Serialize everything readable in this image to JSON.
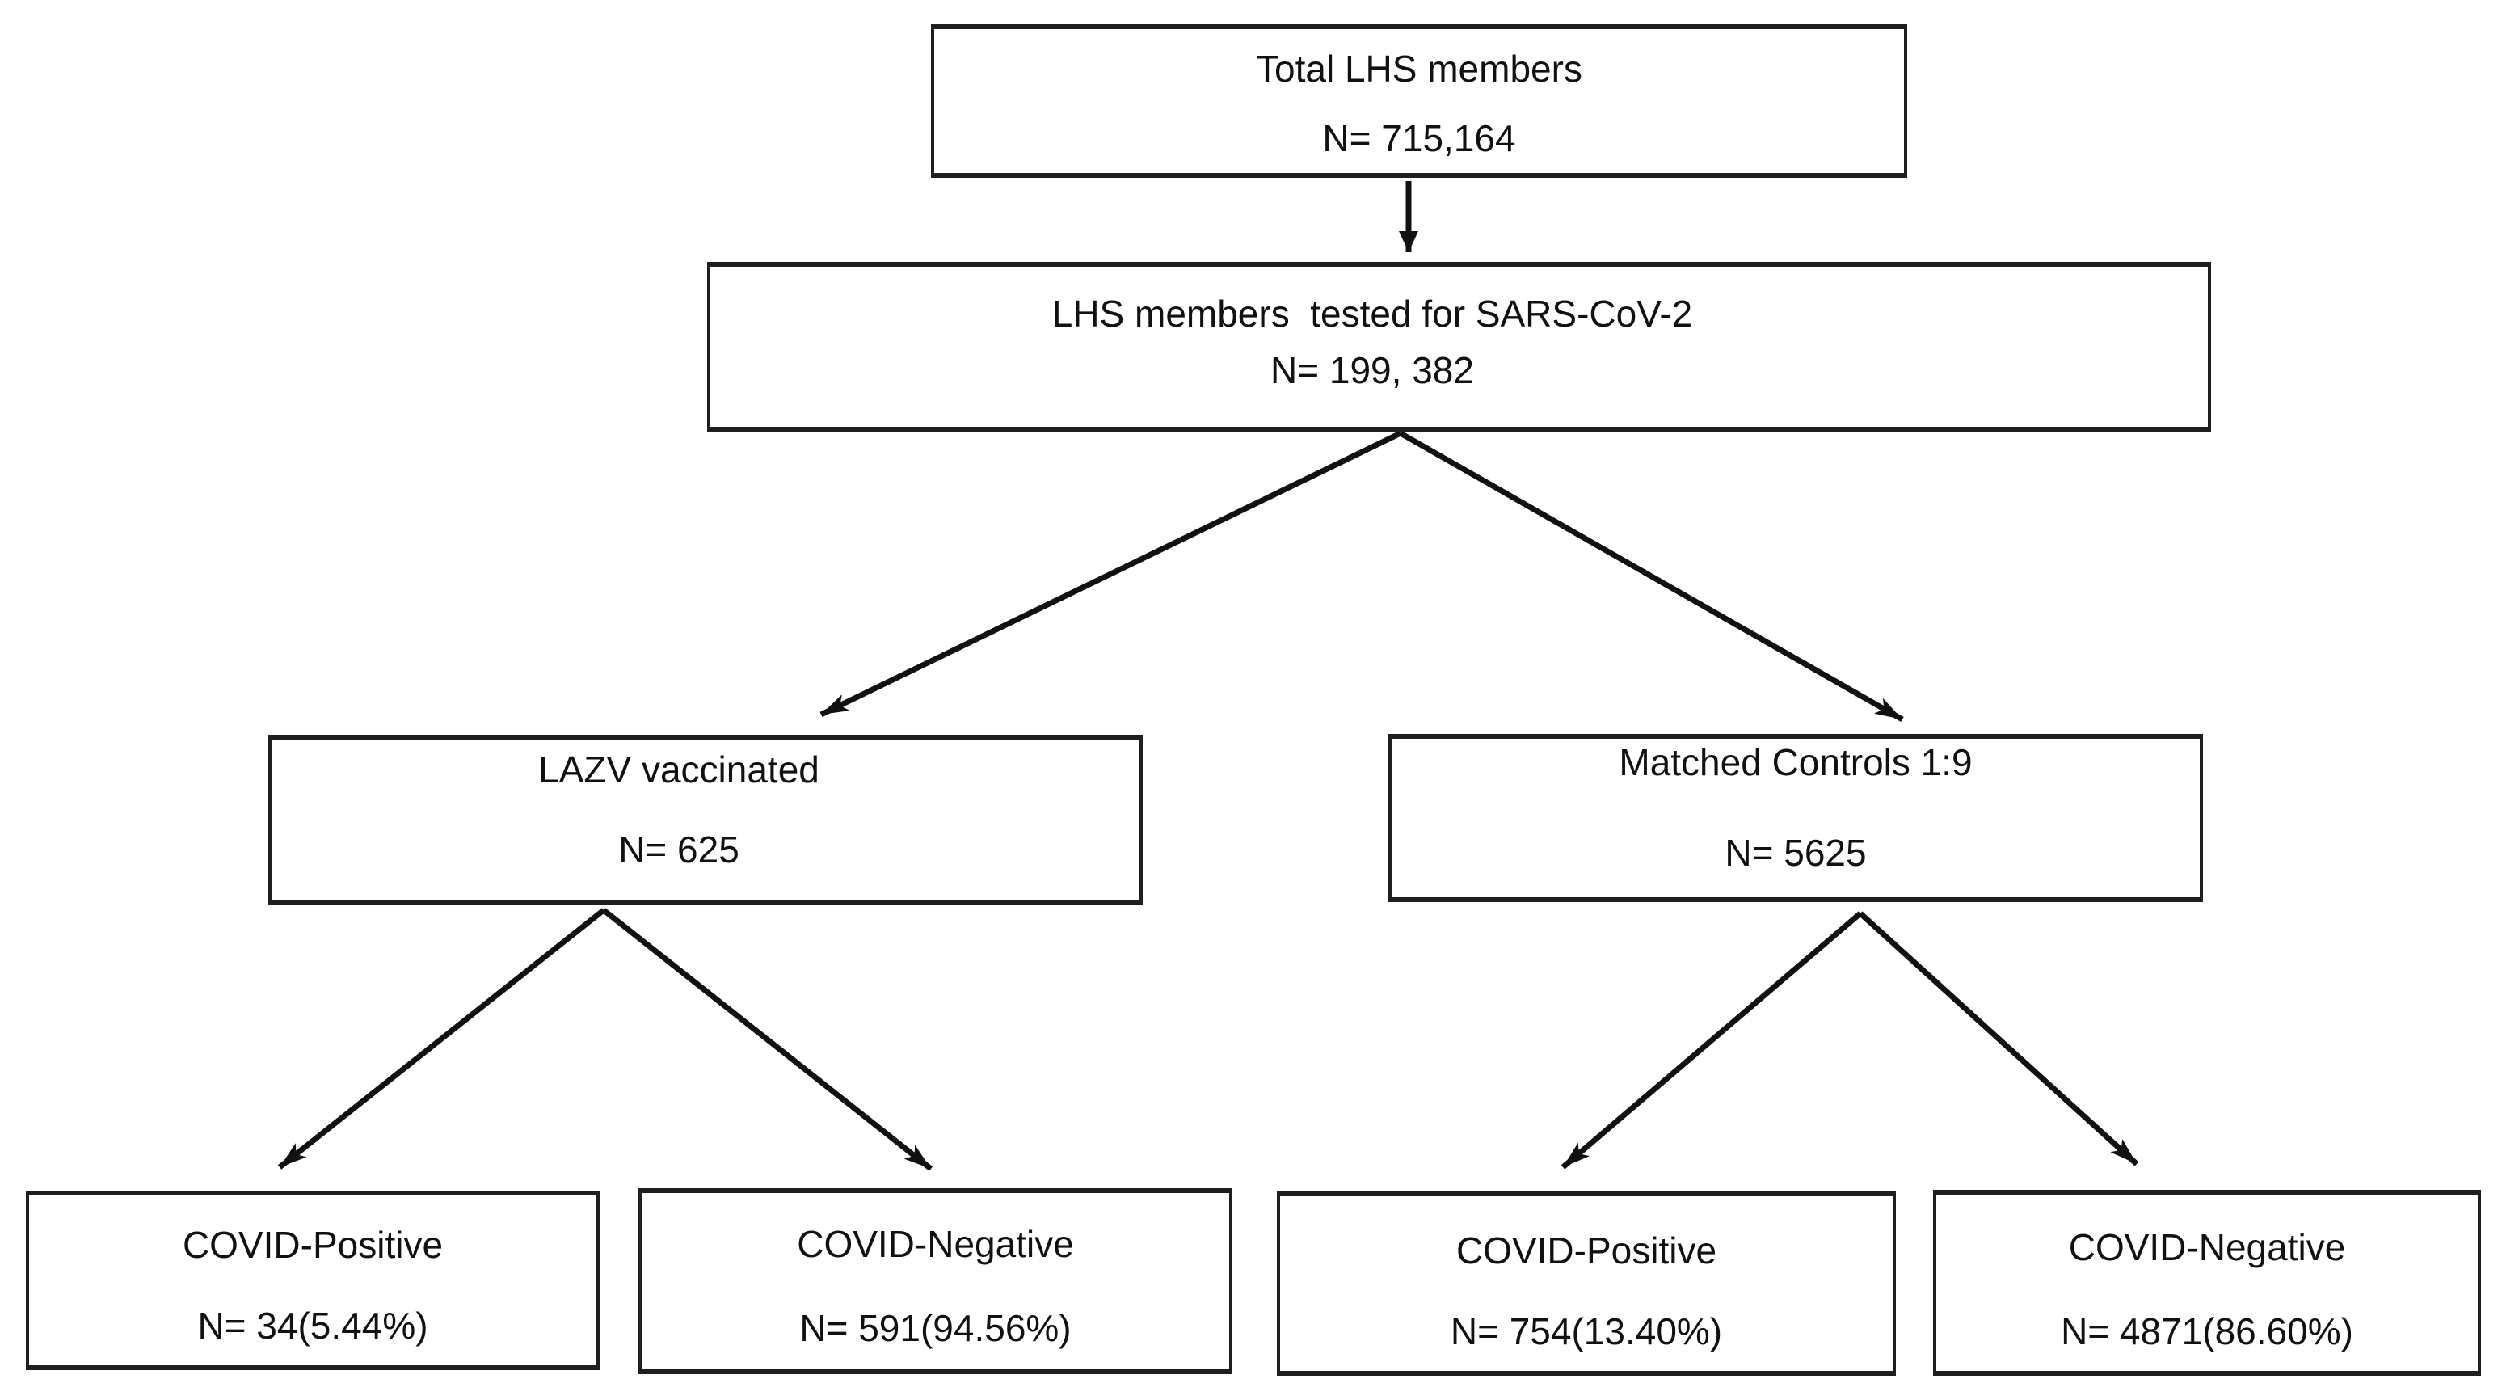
{
  "figure": {
    "type": "study-flow-diagram",
    "background_color": "#ffffff",
    "box_border_color": "#1f1f1f",
    "arrow_color": "#111111",
    "text_color": "#111111"
  },
  "nodes": [
    {
      "id": "total",
      "label": "Total LHS members",
      "n": "N= 715,164"
    },
    {
      "id": "tested",
      "label": "LHS members  tested for SARS-CoV-2",
      "n": "N= 199, 382"
    },
    {
      "id": "vaccinated",
      "label": "LAZV vaccinated",
      "n": "N= 625"
    },
    {
      "id": "controls",
      "label": "Matched Controls 1:9",
      "n": "N= 5625"
    },
    {
      "id": "vacc-pos",
      "label": "COVID-Positive",
      "n": "N= 34(5.44%)"
    },
    {
      "id": "vacc-neg",
      "label": "COVID-Negative",
      "n": "N= 591(94.56%)"
    },
    {
      "id": "ctrl-pos",
      "label": "COVID-Positive",
      "n": "N= 754(13.40%)"
    },
    {
      "id": "ctrl-neg",
      "label": "COVID-Negative",
      "n": "N= 4871(86.60%)"
    }
  ],
  "edges": [
    {
      "from": "total",
      "to": "tested"
    },
    {
      "from": "tested",
      "to": "vaccinated"
    },
    {
      "from": "tested",
      "to": "controls"
    },
    {
      "from": "vaccinated",
      "to": "vacc-pos"
    },
    {
      "from": "vaccinated",
      "to": "vacc-neg"
    },
    {
      "from": "controls",
      "to": "ctrl-pos"
    },
    {
      "from": "controls",
      "to": "ctrl-neg"
    }
  ]
}
